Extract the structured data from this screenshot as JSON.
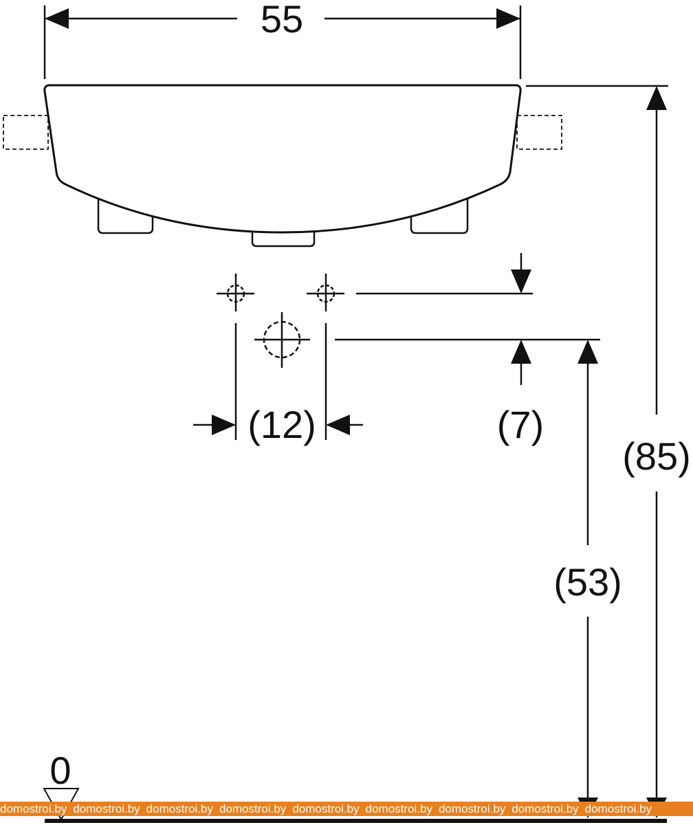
{
  "dimensions": {
    "width": "55",
    "tap_hole_spacing": "(12)",
    "tap_offset": "(7)",
    "tap_height": "(53)",
    "total_height": "(85)",
    "floor_level": "0"
  },
  "watermark": {
    "text": "domostroi.by",
    "repeat": 9,
    "color": "#e8801f"
  }
}
